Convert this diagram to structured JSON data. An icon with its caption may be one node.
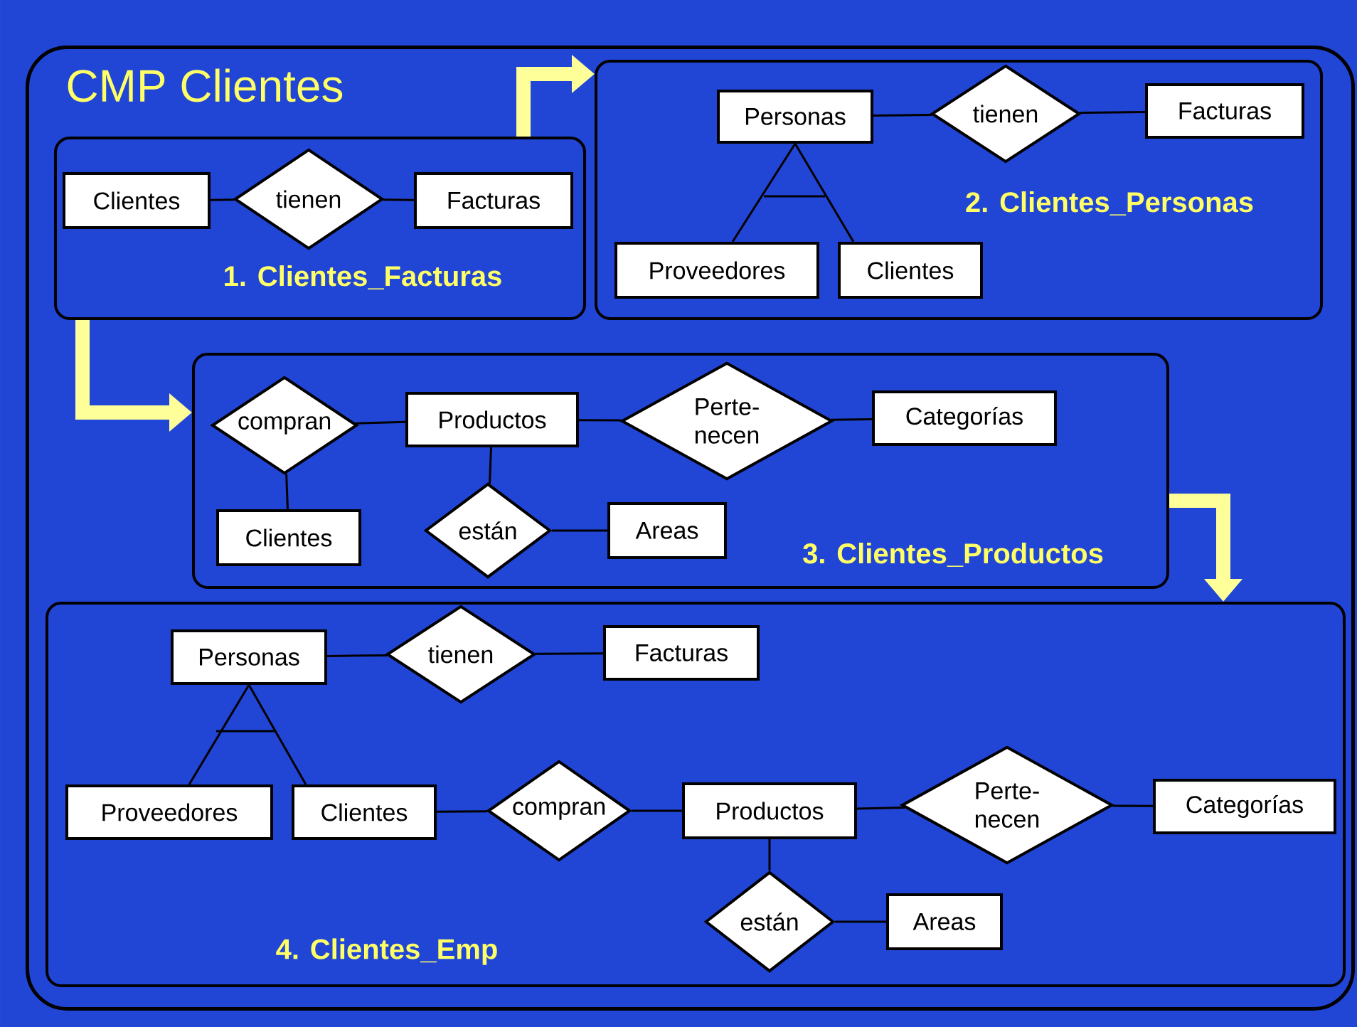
{
  "diagram": {
    "nodes": [
      {
        "text": [
          "CMP Clientes"
        ]
      },
      {
        "text": [
          "1. Clientes_Facturas"
        ],
        "in": 0
      },
      {
        "text": [
          "Clientes"
        ],
        "in": 1
      },
      {
        "text": [
          "tienen"
        ],
        "in": 1
      },
      {
        "text": [
          "Facturas"
        ],
        "in": 1
      },
      {
        "text": [
          "2. Clientes_Personas"
        ],
        "in": 0
      },
      {
        "text": [
          "Personas"
        ],
        "in": 5
      },
      {
        "text": [
          "tienen"
        ],
        "in": 5
      },
      {
        "text": [
          "Facturas"
        ],
        "in": 5
      },
      {
        "text": [
          "Proveedores"
        ],
        "in": 5
      },
      {
        "text": [
          "Clientes"
        ],
        "in": 5
      },
      {
        "text": [
          "3. Clientes_Productos"
        ],
        "in": 0
      },
      {
        "text": [
          "compran"
        ],
        "in": 11
      },
      {
        "text": [
          "Productos"
        ],
        "in": 11
      },
      {
        "text": [
          "Perte- necen"
        ],
        "in": 11
      },
      {
        "text": [
          "Categorías"
        ],
        "in": 11
      },
      {
        "text": [
          "Clientes"
        ],
        "in": 11
      },
      {
        "text": [
          "están"
        ],
        "in": 11
      },
      {
        "text": [
          "Areas"
        ],
        "in": 11
      },
      {
        "text": [
          "4. Clientes_Emp"
        ],
        "in": 0
      },
      {
        "text": [
          "Personas"
        ],
        "in": 19
      },
      {
        "text": [
          "tienen"
        ],
        "in": 19
      },
      {
        "text": [
          "Facturas"
        ],
        "in": 19
      },
      {
        "text": [
          "Proveedores"
        ],
        "in": 19
      },
      {
        "text": [
          "Clientes"
        ],
        "in": 19
      },
      {
        "text": [
          "compran"
        ],
        "in": 19
      },
      {
        "text": [
          "Productos"
        ],
        "in": 19
      },
      {
        "text": [
          "Perte- necen"
        ],
        "in": 19
      },
      {
        "text": [
          "Categorías"
        ],
        "in": 19
      },
      {
        "text": [
          "están"
        ],
        "in": 19
      },
      {
        "text": [
          "Areas"
        ],
        "in": 19
      }
    ],
    "edges": [
      {
        "from": 2,
        "to": 3,
        "arrow": "none"
      },
      {
        "from": 3,
        "to": 4,
        "arrow": "none"
      },
      {
        "from": 6,
        "to": 7,
        "arrow": "none"
      },
      {
        "from": 7,
        "to": 8,
        "arrow": "none"
      },
      {
        "from": 6,
        "to": 9,
        "arrow": "none"
      },
      {
        "from": 6,
        "to": 10,
        "arrow": "none"
      },
      {
        "from": 12,
        "to": 13,
        "arrow": "none"
      },
      {
        "from": 12,
        "to": 16,
        "arrow": "none"
      },
      {
        "from": 13,
        "to": 14,
        "arrow": "none"
      },
      {
        "from": 14,
        "to": 15,
        "arrow": "none"
      },
      {
        "from": 13,
        "to": 17,
        "arrow": "none"
      },
      {
        "from": 17,
        "to": 18,
        "arrow": "none"
      },
      {
        "from": 20,
        "to": 21,
        "arrow": "none"
      },
      {
        "from": 21,
        "to": 22,
        "arrow": "none"
      },
      {
        "from": 20,
        "to": 23,
        "arrow": "none"
      },
      {
        "from": 20,
        "to": 24,
        "arrow": "none"
      },
      {
        "from": 24,
        "to": 25,
        "arrow": "none"
      },
      {
        "from": 25,
        "to": 26,
        "arrow": "none"
      },
      {
        "from": 26,
        "to": 27,
        "arrow": "none"
      },
      {
        "from": 27,
        "to": 28,
        "arrow": "none"
      },
      {
        "from": 26,
        "to": 29,
        "arrow": "none"
      },
      {
        "from": 29,
        "to": 30,
        "arrow": "none"
      },
      {
        "from": 1,
        "to": 5,
        "arrow": "to",
        "style": "thick",
        "color": "#ffff99"
      },
      {
        "from": 1,
        "to": 11,
        "arrow": "to",
        "style": "thick",
        "color": "#ffff99"
      },
      {
        "from": 11,
        "to": 19,
        "arrow": "to",
        "style": "thick",
        "color": "#ffff99"
      }
    ]
  }
}
